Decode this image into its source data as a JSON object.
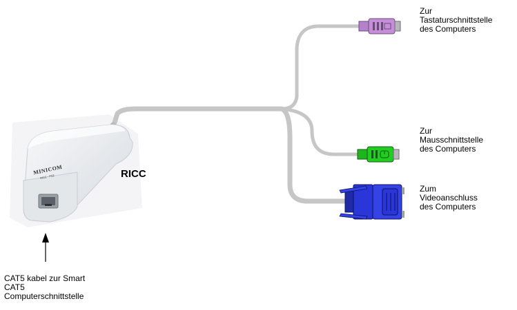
{
  "labels": {
    "keyboard": [
      "Zur",
      "Tastaturschnittstelle",
      "des Computers"
    ],
    "mouse": [
      "Zur",
      "Mausschnittstelle",
      "des Computers"
    ],
    "video": [
      "Zum",
      "Videoanschluss",
      "des Computers"
    ],
    "cat5": [
      "CAT5 kabel zur Smart",
      "CAT5",
      "Computerschnittstelle"
    ],
    "device": "RICC"
  },
  "device_branding": {
    "logo": "MINICOM",
    "model": "RICC - PS2"
  },
  "colors": {
    "cable": "#c6c6c6",
    "keyboard_connector": "#c48fd8",
    "mouse_connector": "#22cc22",
    "video_connector": "#2a36d8",
    "device_body": "#eef0f2"
  },
  "icons": {
    "keyboard_connector": "ps2-keyboard-plug-icon",
    "mouse_connector": "ps2-mouse-plug-icon",
    "video_connector": "vga-plug-icon",
    "arrow": "up-arrow-icon"
  }
}
